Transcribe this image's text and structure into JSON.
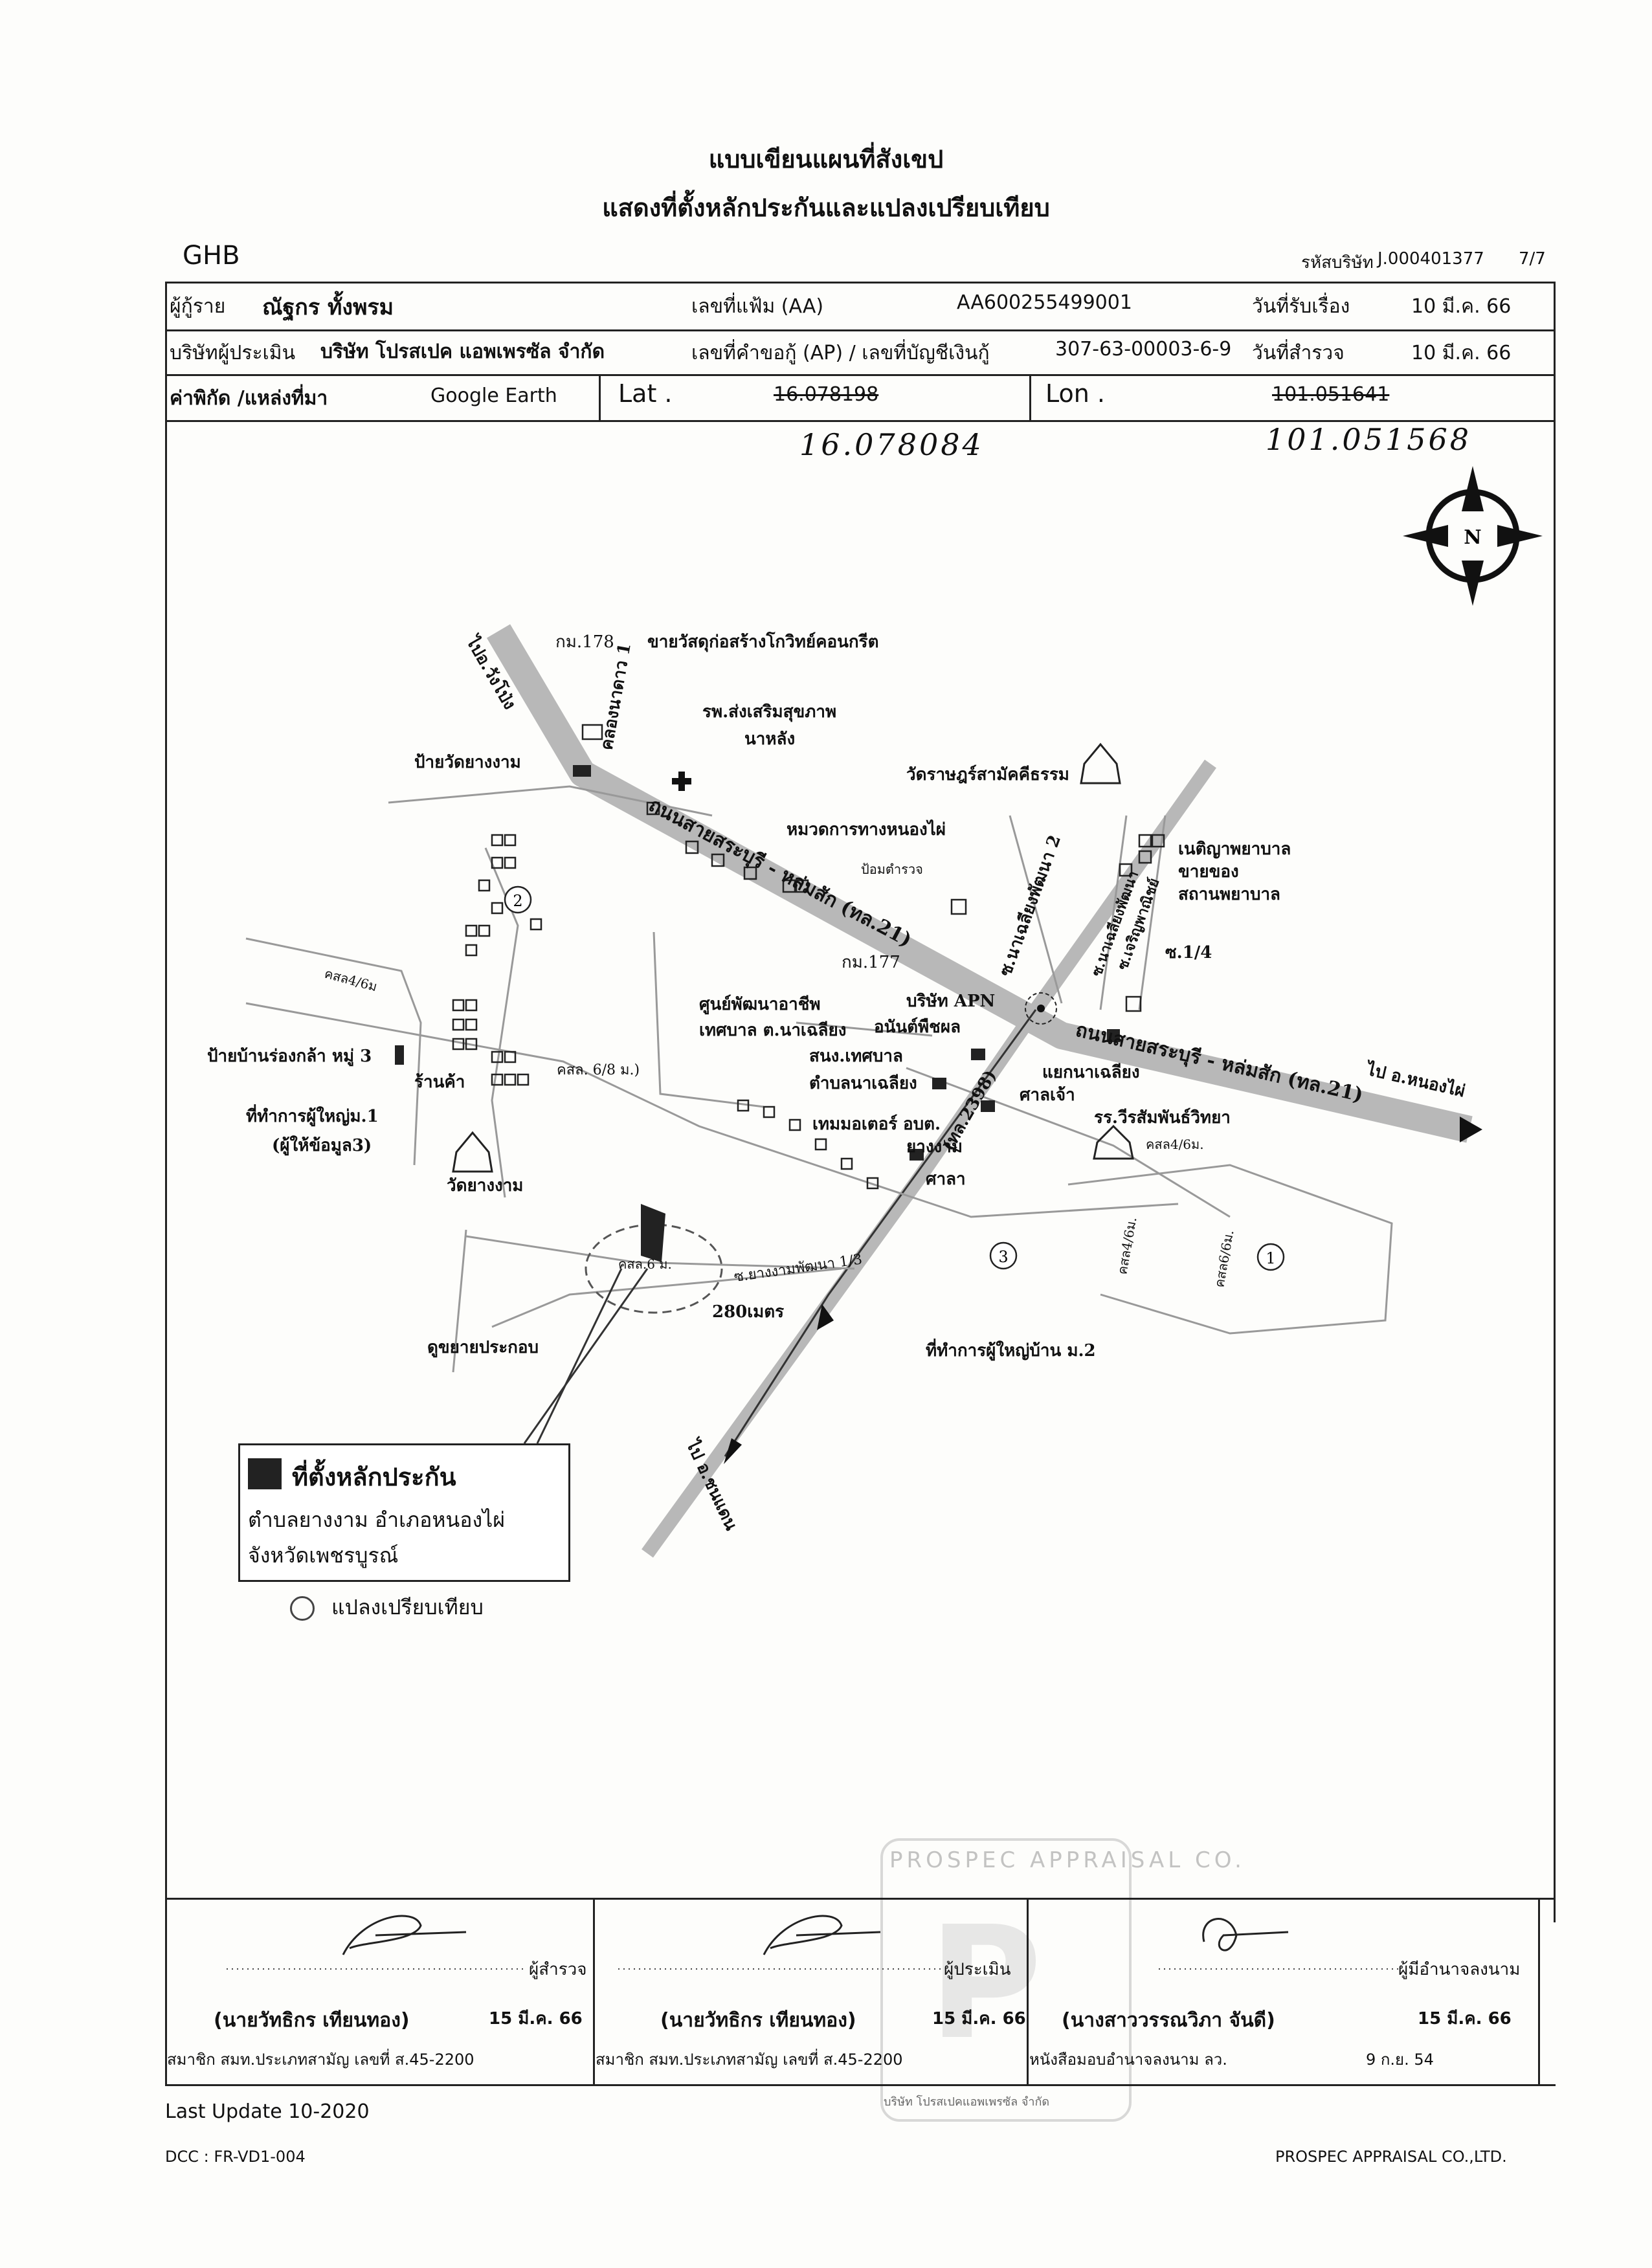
{
  "title_line1": "แบบเขียนแผนที่สังเขป",
  "title_line2": "แสดงที่ตั้งหลักประกันและแปลงเปรียบเทียบ",
  "bank": "GHB",
  "company_code_label": "รหัสบริษัท",
  "company_code": "J.000401377",
  "page_no": "7/7",
  "row1": {
    "borrower_label": "ผู้กู้ราย",
    "borrower": "ณัฐกร  ทั้งพรม",
    "file_no_label": "เลขที่แฟ้ม (AA)",
    "file_no": "AA600255499001",
    "received_label": "วันที่รับเรื่อง",
    "received": "10 มี.ค. 66"
  },
  "row2": {
    "appraiser_label": "บริษัทผู้ประเมิน",
    "appraiser": "บริษัท โปรสเปค แอพเพรซัล จำกัด",
    "request_label": "เลขที่คำขอกู้ (AP) / เลขที่บัญชีเงินกู้",
    "request_no": "307-63-00003-6-9",
    "survey_label": "วันที่สำรวจ",
    "survey": "10 มี.ค. 66"
  },
  "row3": {
    "coord_label": "ค่าพิกัด /แหล่งที่มา",
    "source": "Google Earth",
    "lat_label": "Lat .",
    "lat_old": "16.078198",
    "lon_label": "Lon .",
    "lon_old": "101.051641"
  },
  "handwritten": {
    "lat_new": "16.078084",
    "lon_new": "101.051568"
  },
  "map_labels": {
    "km178": "กม.178",
    "concrete_shop": "ขายวัสดุก่อสร้างโกวิทย์คอนกรีต",
    "to_wang_pong": "ไปอ.วังโป่ง",
    "canal1": "คลองนาดาว 1",
    "hospital1": "รพ.ส่งเสริมสุขภาพ",
    "hospital2": "นาหลัง",
    "wat_yang_ngam_sign": "ป้ายวัดยางงาม",
    "wat_rat": "วัดราษฎร์สามัคคีธรรม",
    "highway_dept": "หมวดการทางหนองไผ่",
    "police": "ป้อมตำรวจ",
    "road_main_1": "ถนนสายสระบุรี - หล่มสัก (ทล.21)",
    "road_main_2": "ถนนสายสระบุรี - หล่มสัก (ทล.21)",
    "soi_nalieng2": "ซ.นาเฉลียงพัฒนา 2",
    "soi_a": "ซ.นาเฉลียงพัฒนา",
    "soi_b": "ซ.เจริญพาณิชย์",
    "soi_c": "ซ.1/4",
    "clinic1": "เนติญาพยาบาล",
    "clinic2": "ขายของ",
    "clinic3": "สถานพยาบาล",
    "km177": "กม.177",
    "khsl_a": "คสล4/6ม",
    "sign_rong_kla": "ป้ายบ้านร่องกล้า หมู่ 3",
    "shop": "ร้านค้า",
    "village_office_1a": "ที่ทำการผู้ใหญ่ม.1",
    "village_office_1b": "(ผู้ให้ข้อมูล3)",
    "wat_yang_ngam": "วัดยางงาม",
    "khsl_b": "คสล. 6/8 ม.)",
    "career_center": "ศูนย์พัฒนาอาชีพ",
    "municipality": "เทศบาล ต.นาเฉลียง",
    "apn": "บริษัท APN",
    "fire": "อนันต์พืชผล",
    "muni_school": "สนง.เทศบาล",
    "tambon_office": "ตำบลนาเฉลียง",
    "junction": "แยกนาเฉลียง",
    "shrine": "ศาลเจ้า",
    "garage": "เทมมอเตอร์",
    "road_2398": "(ทล.2398)",
    "hospital_sub": "อบต.",
    "yang_ngam": "ยางงาม",
    "sala": "ศาลา",
    "school": "รร.วีรสัมพันธ์วิทยา",
    "khsl_c": "คสล4/6ม.",
    "khsl_d": "คสล4/6ม.",
    "khsl_e": "คสล6/6ม.",
    "to_nong_phai": "ไป อ.หนองไผ่",
    "khsl_f": "คสล.6 ม.",
    "soi_yang": "ซ.ยางงามพัฒนา 1/3",
    "distance": "280เมตร",
    "village_office_2": "ที่ทำการผู้ใหญ่บ้าน ม.2",
    "dirt_ext": "ดูขยายประกอบ",
    "to_chon_daen": "ไป อ.ชนแดน",
    "compass_n": "N",
    "c1": "1",
    "c2": "2",
    "c3": "3"
  },
  "legend": {
    "collateral": "ที่ตั้งหลักประกัน",
    "address1": "ตำบลยางงาม อำเภอหนองไผ่",
    "address2": "จังหวัดเพชรบูรณ์",
    "comparison": "แปลงเปรียบเทียบ"
  },
  "signatures": {
    "col1_role": "ผู้สำรวจ",
    "col1_name": "(นายวัทธิกร เทียนทอง)",
    "col1_date": "15 มี.ค. 66",
    "col1_member": "สมาชิก สมท.ประเภทสามัญ เลขที่ ส.45-2200",
    "col2_role": "ผู้ประเมิน",
    "col2_name": "(นายวัทธิกร เทียนทอง)",
    "col2_date": "15 มี.ค. 66",
    "col2_member": "สมาชิก สมท.ประเภทสามัญ เลขที่ ส.45-2200",
    "col3_role": "ผู้มีอำนาจลงนาม",
    "col3_name": "(นางสาววรรณวิภา จันดี)",
    "col3_date": "15 มี.ค. 66",
    "col3_member": "หนังสือมอบอำนาจลงนาม ลว.",
    "col3_member_date": "9 ก.ย. 54",
    "stamp_text": "PROSPEC APPRAISAL CO.",
    "stamp_company": "บริษัท โปรสเปคแอพเพรซัล จำกัด"
  },
  "footer": {
    "last_update": "Last Update 10-2020",
    "dcc": "DCC : FR-VD1-004",
    "company": "PROSPEC APPRAISAL CO.,LTD."
  }
}
